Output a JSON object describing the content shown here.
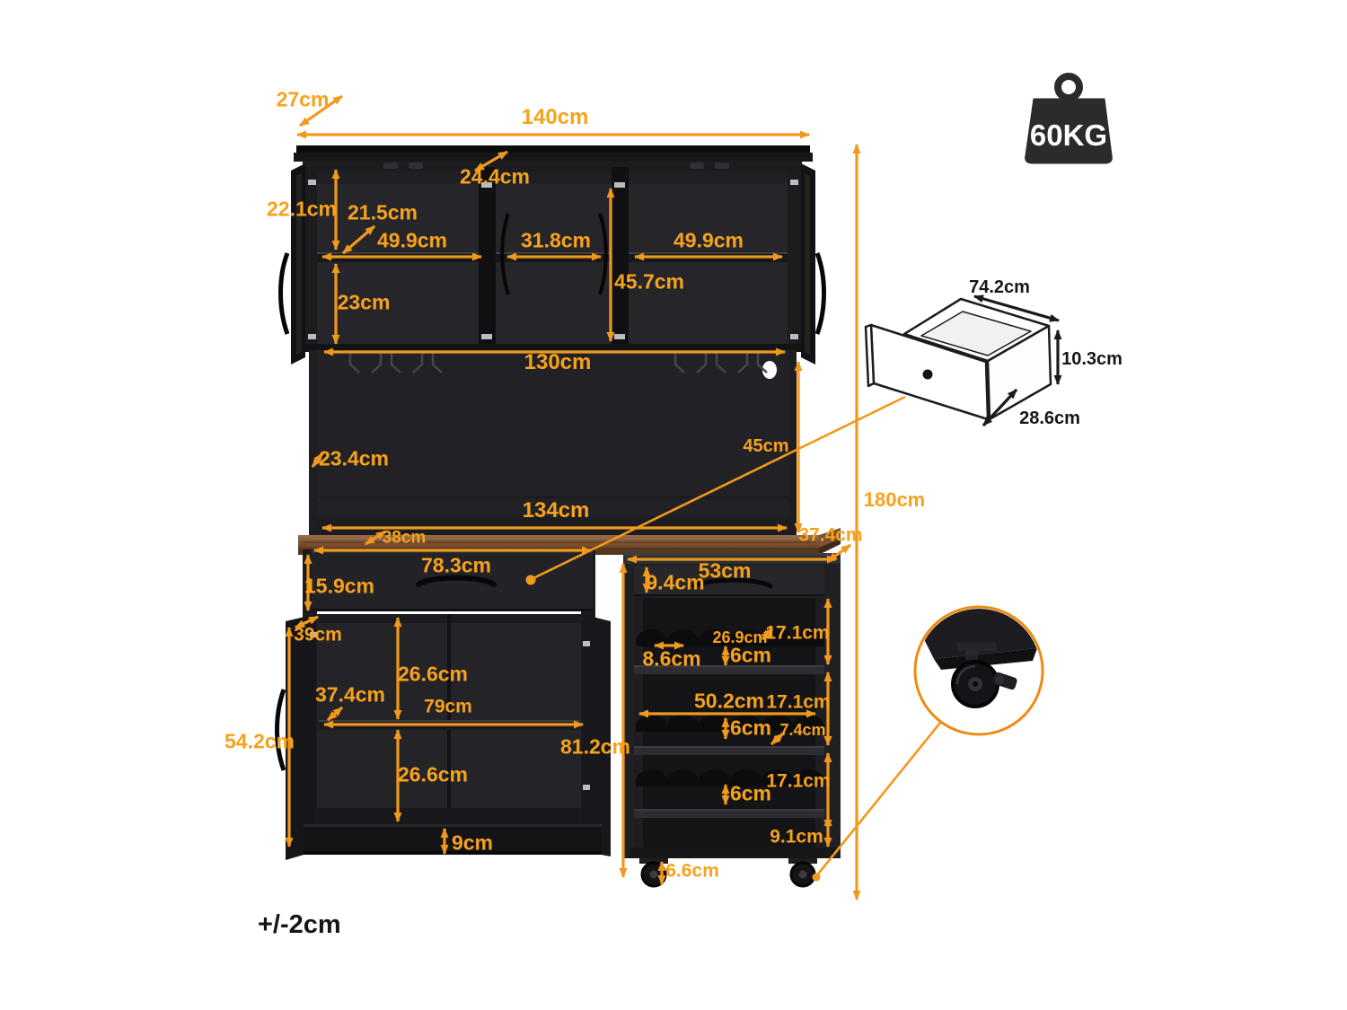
{
  "diagram_title": "bar-cabinet-dimension-diagram",
  "colors": {
    "accent_orange": "#F0991C",
    "label_orange": "#F7A21C",
    "cabinet_black": "#1c1c1f",
    "interior_black": "#26262a",
    "wood_brown": "#8B6142",
    "badge_dark": "#2b2b2e"
  },
  "badge": {
    "weight_capacity": "60KG"
  },
  "note": {
    "tolerance": "+/-2cm"
  },
  "dims": {
    "top_depth": "27cm",
    "overall_width": "140cm",
    "hutch_door_diag": "24.4cm",
    "upper_top_height": "22.1cm",
    "upper_shelf_diag": "21.5cm",
    "upper_left_width": "49.9cm",
    "upper_mid_width": "31.8cm",
    "upper_right_width": "49.9cm",
    "upper_inner_height": "45.7cm",
    "upper_lower_height": "23cm",
    "hutch_width": "130cm",
    "back_diag": "23.4cm",
    "open_area_height": "45cm",
    "counter_width": "134cm",
    "counter_diag": "38cm",
    "counter_depth": "37.4cm",
    "drawer_width": "78.3cm",
    "drawer_height": "15.9cm",
    "door_depth": "39cm",
    "cab_upper_inner": "26.6cm",
    "shelf_diag": "37.4cm",
    "cab_inner_width": "79cm",
    "door_height": "54.2cm",
    "cab_lower_inner": "26.6cm",
    "lower_height": "81.2cm",
    "base_height": "9cm",
    "total_height": "180cm",
    "cart_width": "53cm",
    "cart_drawer_height": "9.4cm",
    "rack_h1": "17.1cm",
    "rack_depth": "26.9cm",
    "slot_width": "8.6cm",
    "slot_h1": "6cm",
    "rack_width": "50.2cm",
    "rack_h2": "17.1cm",
    "slot_h2": "6cm",
    "rack_gap": "7.4cm",
    "rack_h3": "17.1cm",
    "slot_h3": "6cm",
    "bottom_shelf_height": "9.1cm",
    "caster_height": "6.6cm"
  },
  "inset_drawer": {
    "width": "74.2cm",
    "height": "10.3cm",
    "depth": "28.6cm"
  },
  "icons": {
    "weight": "weight-kettlebell-icon",
    "caster": "caster-wheel-detail-icon"
  }
}
